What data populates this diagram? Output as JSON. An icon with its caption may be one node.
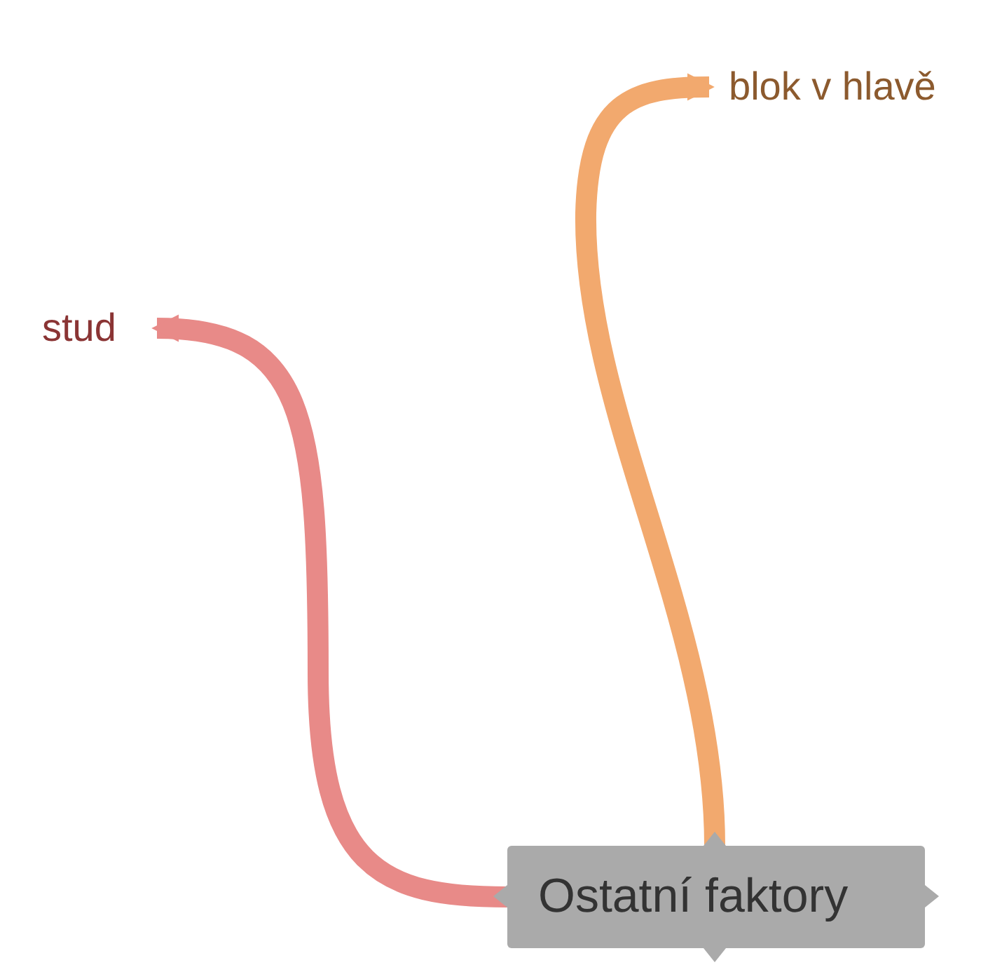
{
  "diagram": {
    "nodes": [
      {
        "text": [
          "blok v hlavě"
        ]
      },
      {
        "text": [
          "stud"
        ]
      },
      {
        "text": [
          "Ostatní faktory"
        ]
      }
    ],
    "edges": [
      {
        "from": 2,
        "to": 0,
        "arrow": "to",
        "color": "#f2a96e"
      },
      {
        "from": 2,
        "to": 1,
        "arrow": "to",
        "color": "#e88a88"
      }
    ]
  }
}
